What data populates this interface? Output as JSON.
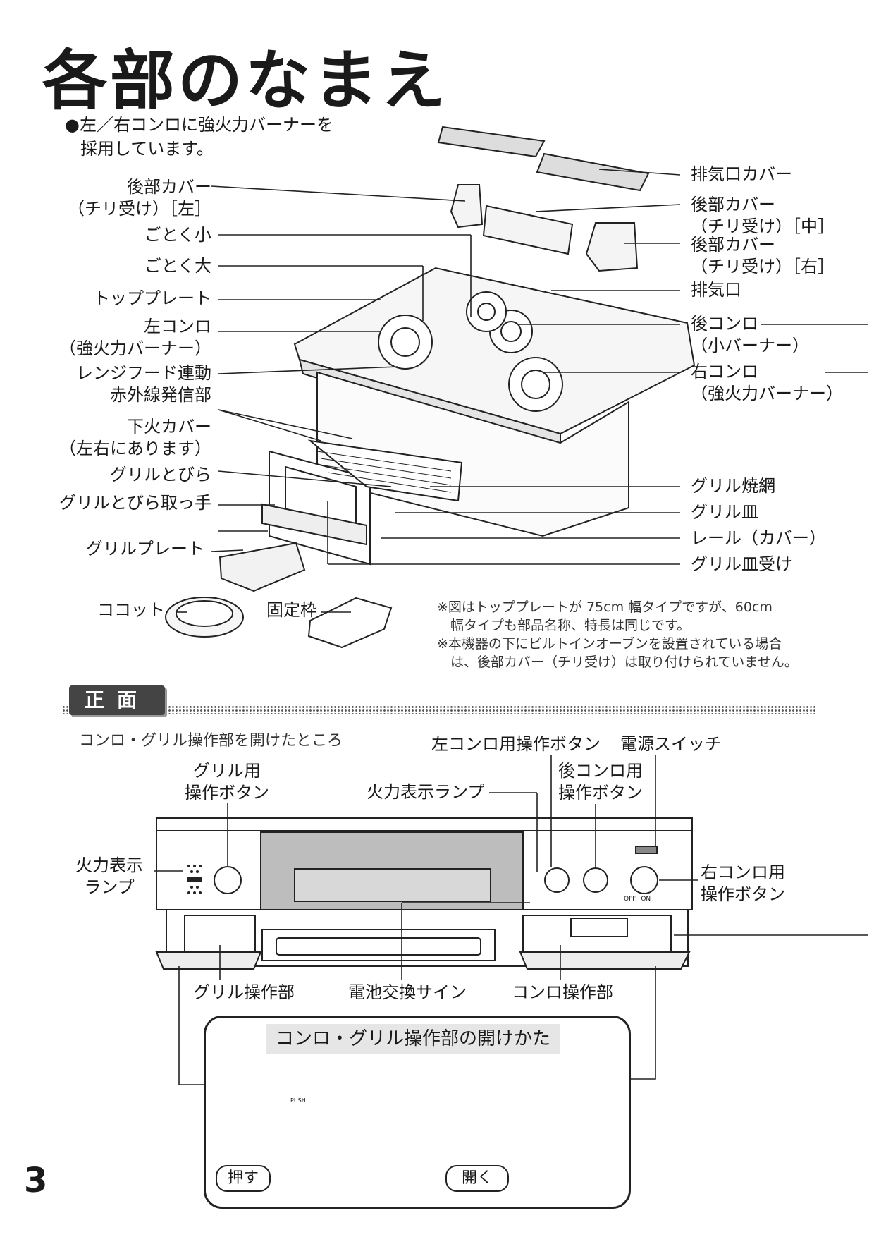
{
  "title": "各部のなまえ",
  "intro": [
    "●左／右コンロに強火力バーナーを",
    "採用しています。"
  ],
  "labels_left": {
    "rear_cover_left": [
      "後部カバー",
      "（チリ受け）［左］"
    ],
    "gotoku_small": "ごとく小",
    "gotoku_large": "ごとく大",
    "top_plate": "トッププレート",
    "left_burner": [
      "左コンロ",
      "（強火力バーナー）"
    ],
    "range_hood": [
      "レンジフード連動",
      "赤外線発信部"
    ],
    "lower_fire_cover": [
      "下火カバー",
      "（左右にあります）"
    ],
    "grill_door": "グリルとびら",
    "grill_door_handle": "グリルとびら取っ手",
    "grill_plate": "グリルプレート",
    "cocotte": "ココット",
    "fixed_frame": "固定枠"
  },
  "labels_right": {
    "exhaust_cover": "排気口カバー",
    "rear_cover_mid": [
      "後部カバー",
      "（チリ受け）［中］"
    ],
    "rear_cover_right": [
      "後部カバー",
      "（チリ受け）［右］"
    ],
    "exhaust": "排気口",
    "rear_burner": [
      "後コンロ",
      "（小バーナー）"
    ],
    "right_burner": [
      "右コンロ",
      "（強火力バーナー）"
    ],
    "grill_net": "グリル焼網",
    "grill_dish": "グリル皿",
    "rail": "レール（カバー）",
    "grill_dish_holder": "グリル皿受け"
  },
  "notes": [
    "※図はトッププレートが 75cm 幅タイプですが、60cm",
    "　幅タイプも部品名称、特長は同じです。",
    "※本機器の下にビルトインオーブンを設置されている場合",
    "　は、後部カバー（チリ受け）は取り付けられていません。"
  ],
  "front": {
    "tab": "正面",
    "subtitle": "コンロ・グリル操作部を開けたところ",
    "left_burner_button": "左コンロ用操作ボタン",
    "power_switch": "電源スイッチ",
    "grill_button": [
      "グリル用",
      "操作ボタン"
    ],
    "flame_lamp_top": "火力表示ランプ",
    "rear_burner_button": [
      "後コンロ用",
      "操作ボタン"
    ],
    "flame_lamp_left": [
      "火力表示",
      "ランプ"
    ],
    "right_burner_button": [
      "右コンロ用",
      "操作ボタン"
    ],
    "grill_panel": "グリル操作部",
    "battery_sign": "電池交換サイン",
    "stove_panel": "コンロ操作部",
    "panel_marks": {
      "push": "PUSH",
      "off": "OFF",
      "on": "ON"
    }
  },
  "inset": {
    "heading": "コンロ・グリル操作部の開けかた",
    "push": "押す",
    "open": "開く"
  },
  "page_number": "3"
}
